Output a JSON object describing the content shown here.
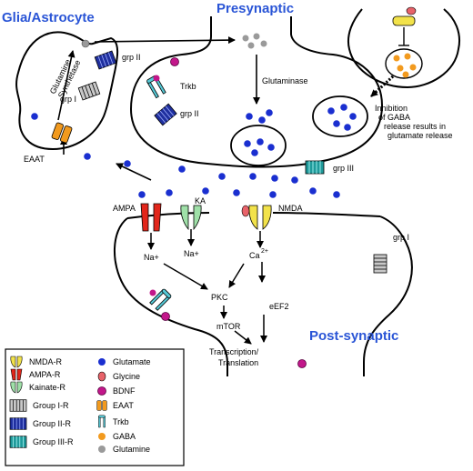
{
  "titles": {
    "glia": "Glia/Astrocyte",
    "presynaptic": "Presynaptic",
    "postsynaptic": "Post-synaptic"
  },
  "labels": {
    "glutamine_synthetase_1": "Glutamine",
    "glutamine_synthetase_2": "Synthetase",
    "grp2_top": "grp II",
    "grp1_glia": "grp I",
    "trkb": "Trkb",
    "grp2_pre": "grp II",
    "glutaminase": "Glutaminase",
    "eaat": "EAAT",
    "inhibition_1": "Inhibition",
    "inhibition_2": "of GABA",
    "inhibition_3": "release results in",
    "inhibition_4": "glutamate release",
    "grp3": "grp III",
    "ampa": "AMPA",
    "ka": "KA",
    "nmda": "NMDA",
    "grp1_post": "grp I",
    "na1": "Na+",
    "na2": "Na+",
    "ca": "Ca",
    "ca_sup": "2+",
    "pkc": "PKC",
    "mtor": "mTOR",
    "eef2": "eEF2",
    "transcription_1": "Transcription/",
    "transcription_2": "Translation"
  },
  "legend": {
    "left": [
      "NMDA-R",
      "AMPA-R",
      "Kainate-R",
      "Group I-R",
      "Group II-R",
      "Group III-R"
    ],
    "right": [
      "Glutamate",
      "Glycine",
      "BDNF",
      "EAAT",
      "Trkb",
      "GABA",
      "Glutamine"
    ]
  },
  "colors": {
    "title_blue": "#2a55d6",
    "glutamate": "#1a2fd0",
    "glycine": "#e8636a",
    "bdnf": "#c2178a",
    "gaba": "#f29a1e",
    "glutamine": "#9a9a9a",
    "nmda": "#f2e24a",
    "ampa": "#e2261b",
    "kainate": "#9fe0a8",
    "group1": "#b8b8b8",
    "group2": "#1f2f9e",
    "group3": "#1f9a9a",
    "eaat": "#f29a1e",
    "trkb": "#56c9d6"
  }
}
